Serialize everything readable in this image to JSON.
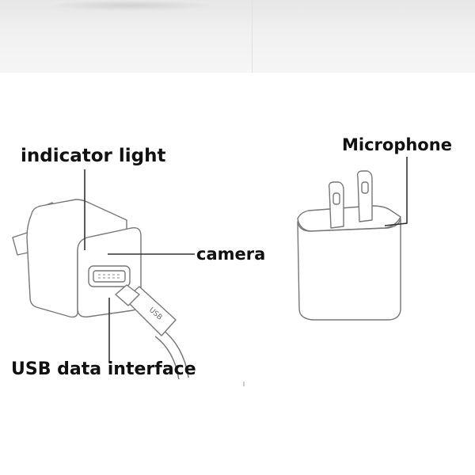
{
  "labels": {
    "indicator_light": "indicator light",
    "camera": "camera",
    "usb_data_interface": "USB data interface",
    "microphone": "Microphone"
  },
  "usb_plug_text": "USB",
  "colors": {
    "line": "#333333",
    "device_outline": "#777777",
    "background": "#ffffff"
  }
}
